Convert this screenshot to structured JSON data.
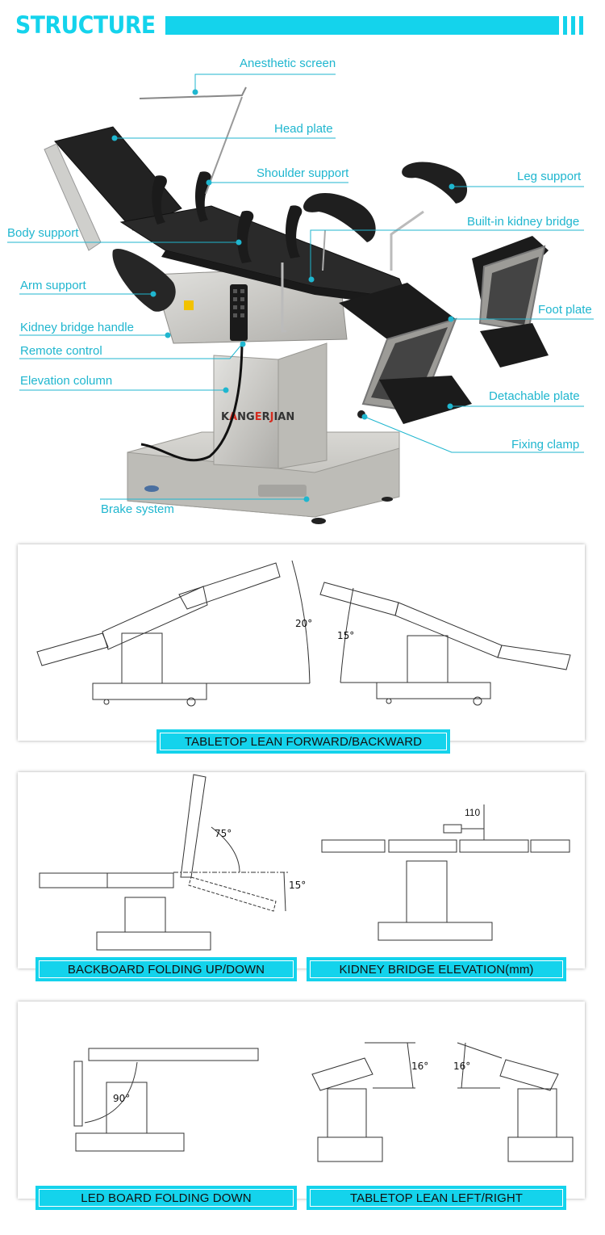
{
  "header": {
    "title": "STRUCTURE",
    "accent_color": "#14d3ec"
  },
  "structure": {
    "brand_on_column": "KANGERJIAN",
    "label_color": "#1fb6cf",
    "callouts": [
      {
        "label": "Anesthetic screen",
        "side": "right"
      },
      {
        "label": "Head plate",
        "side": "right"
      },
      {
        "label": "Shoulder support",
        "side": "right"
      },
      {
        "label": "Leg support",
        "side": "right"
      },
      {
        "label": "Body support",
        "side": "left"
      },
      {
        "label": "Built-in kidney bridge",
        "side": "right"
      },
      {
        "label": "Arm support",
        "side": "left"
      },
      {
        "label": "Foot plate",
        "side": "right"
      },
      {
        "label": "Kidney bridge handle",
        "side": "left"
      },
      {
        "label": "Remote control",
        "side": "left"
      },
      {
        "label": "Elevation column",
        "side": "left"
      },
      {
        "label": "Detachable plate",
        "side": "right"
      },
      {
        "label": "Fixing clamp",
        "side": "right"
      },
      {
        "label": "Brake system",
        "side": "left"
      }
    ]
  },
  "panels": [
    {
      "captions": [
        "TABLETOP LEAN FORWARD/BACKWARD"
      ],
      "angles": [
        "20°",
        "15°"
      ]
    },
    {
      "captions": [
        "BACKBOARD FOLDING UP/DOWN",
        "KIDNEY BRIDGE ELEVATION(mm)"
      ],
      "angles": [
        "75°",
        "15°",
        "110"
      ]
    },
    {
      "captions": [
        "LED BOARD FOLDING DOWN",
        "TABLETOP LEAN LEFT/RIGHT"
      ],
      "angles": [
        "90°",
        "16°",
        "16°"
      ]
    }
  ]
}
